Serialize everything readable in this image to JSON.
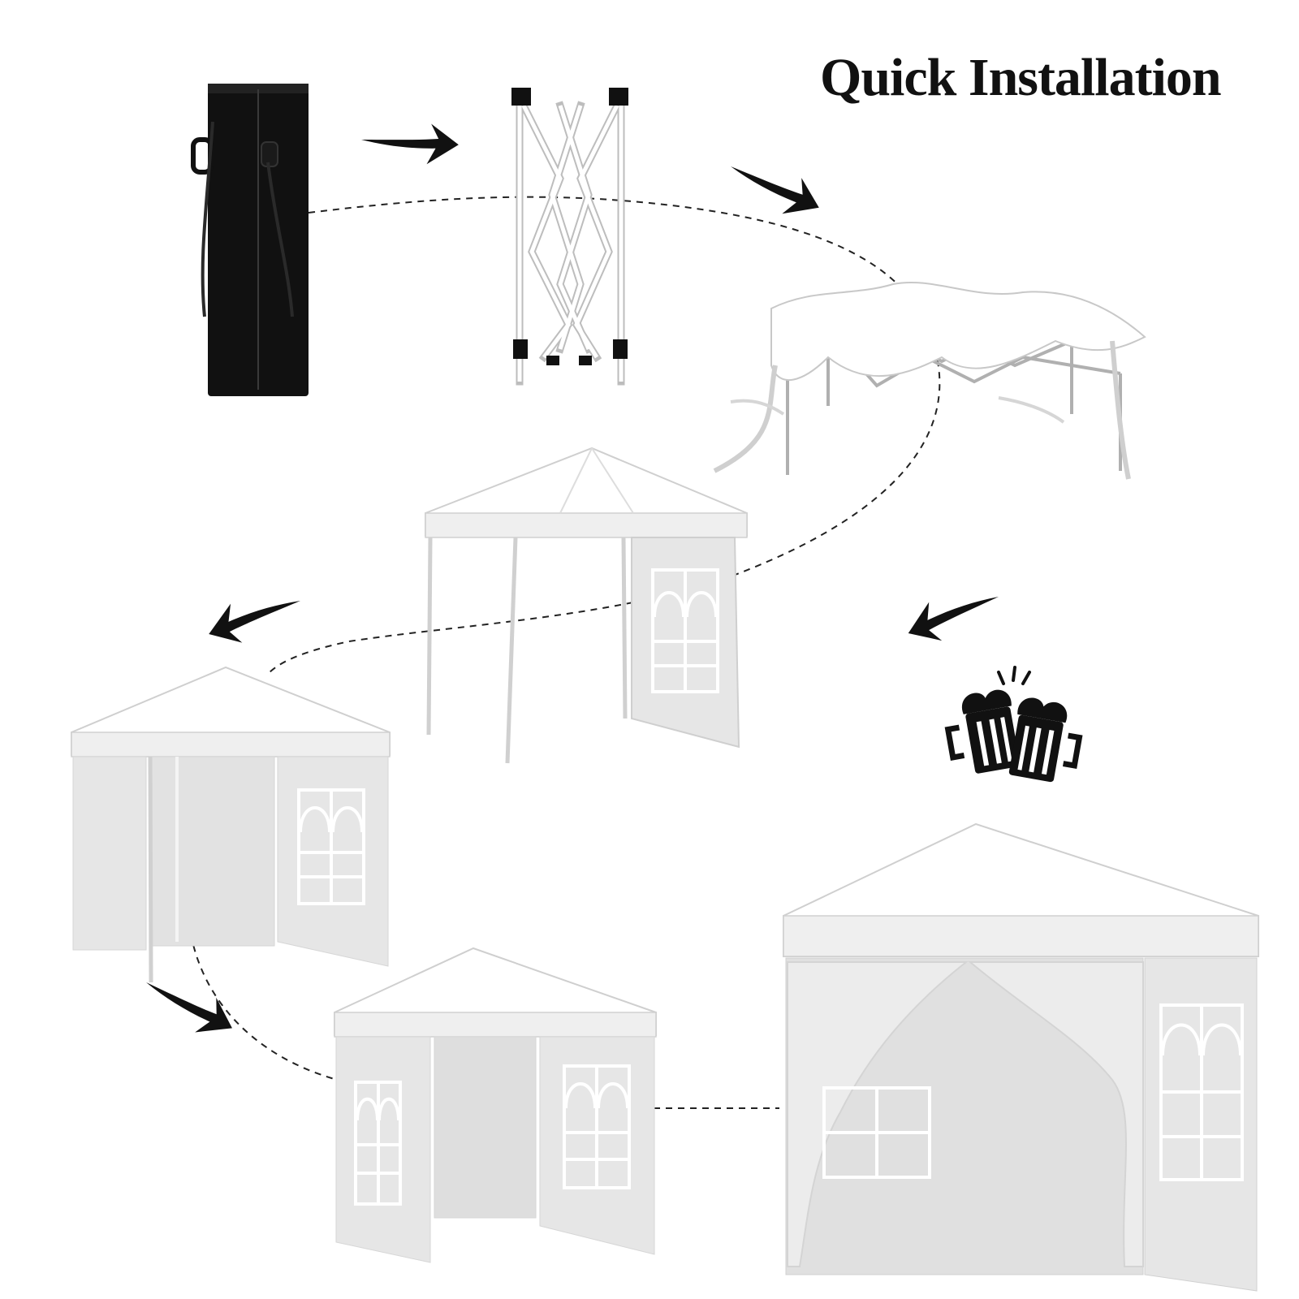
{
  "title": "Quick Installation",
  "colors": {
    "title": "#111111",
    "bag": "#111111",
    "frame": "#ffffff",
    "frame_outline": "#cfcfcf",
    "canopy": "#ffffff",
    "wall": "#e4e4e4",
    "arrow": "#111111",
    "path": "#222222",
    "beer": "#111111"
  },
  "steps": [
    {
      "name": "carry-bag",
      "icon": "carry-bag-icon"
    },
    {
      "name": "folded-frame",
      "icon": "folded-frame-icon"
    },
    {
      "name": "frame-with-cover",
      "icon": "frame-cover-icon"
    },
    {
      "name": "canopy-one-wall",
      "icon": "canopy-one-wall-icon"
    },
    {
      "name": "canopy-two-walls",
      "icon": "canopy-two-walls-icon"
    },
    {
      "name": "canopy-three-walls",
      "icon": "canopy-three-walls-icon"
    },
    {
      "name": "canopy-complete",
      "icon": "canopy-complete-icon"
    }
  ],
  "decorations": {
    "cheers": "beer-mugs-icon",
    "arrow": "brush-arrow-icon"
  }
}
